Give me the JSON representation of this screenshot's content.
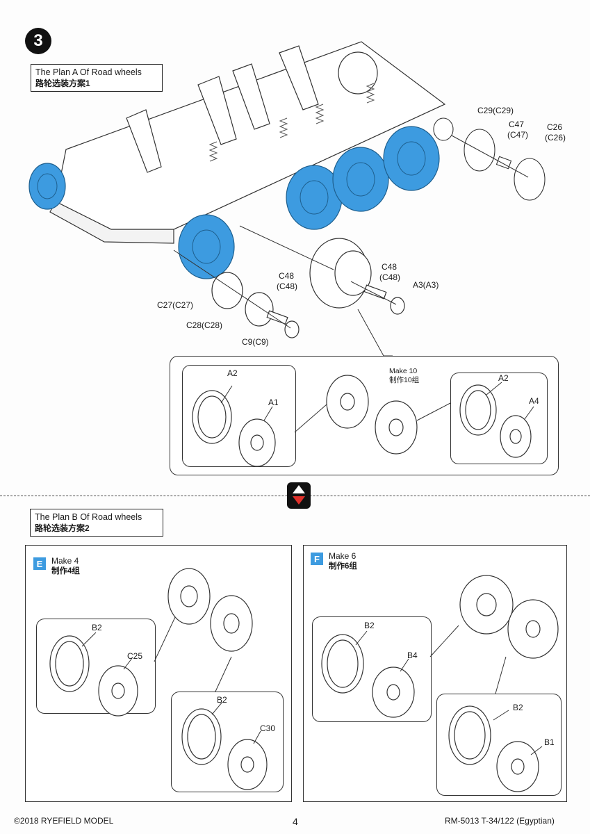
{
  "step": {
    "number": "3"
  },
  "plan_a": {
    "title": "The Plan A Of Road wheels",
    "title_cn": "路轮选装方案1",
    "callouts": {
      "c29": "C29(C29)",
      "c47a": "C47",
      "c47b": "(C47)",
      "c26a": "C26",
      "c26b": "(C26)",
      "c48a": "C48",
      "c48b": "(C48)",
      "c48c": "C48",
      "c48d": "(C48)",
      "a3": "A3(A3)",
      "c27": "C27(C27)",
      "c28": "C28(C28)",
      "c9": "C9(C9)"
    },
    "subassembly": {
      "make": "Make 10",
      "make_cn": "制作10组",
      "left": {
        "tire": "A2",
        "hub": "A1"
      },
      "right": {
        "tire": "A2",
        "hub": "A4"
      }
    }
  },
  "plan_b": {
    "title": "The Plan B Of Road wheels",
    "title_cn": "路轮选装方案2",
    "panel_e": {
      "tag": "E",
      "make": "Make 4",
      "make_cn": "制作4组",
      "upper": {
        "tire": "B2",
        "hub": "C25"
      },
      "lower": {
        "tire": "B2",
        "hub": "C30"
      }
    },
    "panel_f": {
      "tag": "F",
      "make": "Make 6",
      "make_cn": "制作6组",
      "upper": {
        "tire": "B2",
        "hub": "B4"
      },
      "lower": {
        "tire": "B2",
        "hub": "B1"
      }
    }
  },
  "footer": {
    "copyright": "©2018 RYEFIELD MODEL",
    "page": "4",
    "product": "RM-5013 T-34/122 (Egyptian)"
  },
  "colors": {
    "wheel_blue": "#3d9be0",
    "tag_blue": "#3d9be0",
    "arrow_red": "#e0302a"
  }
}
